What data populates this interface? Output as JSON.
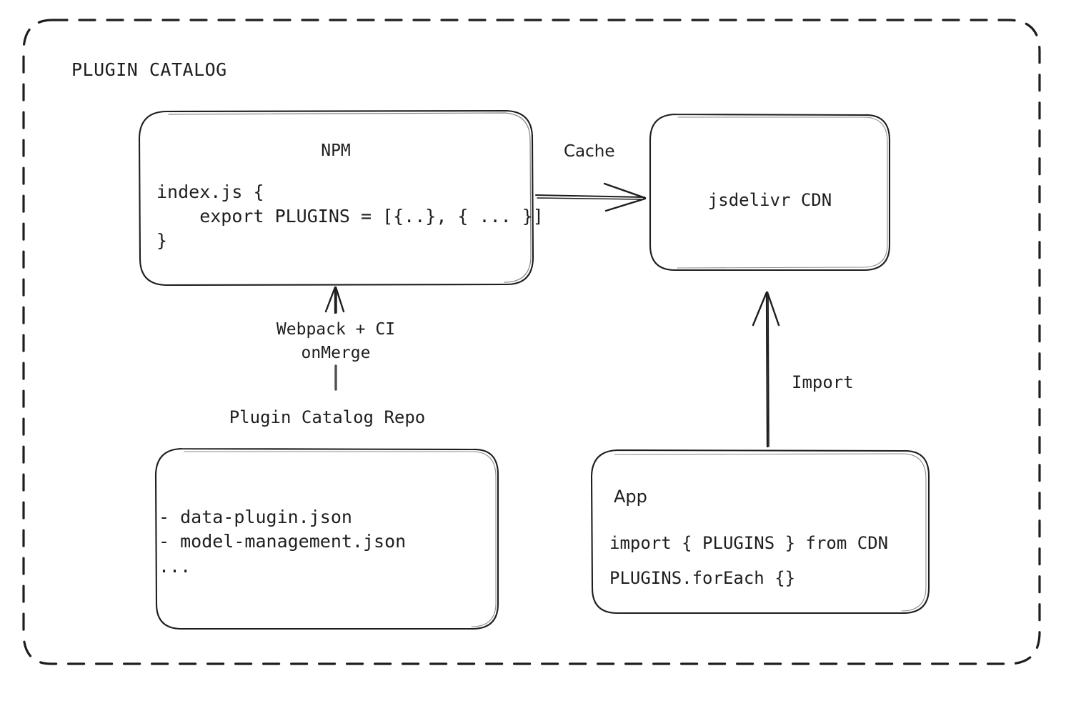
{
  "diagram": {
    "type": "architecture-flow",
    "title": "PLUGIN CATALOG",
    "stroke_color": "#1e1e1e",
    "background_color": "#ffffff",
    "container": {
      "label": "PLUGIN CATALOG",
      "border_style": "dashed",
      "name": "plugin-catalog-container"
    },
    "nodes": [
      {
        "id": "npm",
        "title": "NPM",
        "title_align": "center",
        "code_lines": [
          "index.js {",
          "    export PLUGINS = [{..}, { ... }]",
          "}"
        ],
        "text": "index.js {\n    export PLUGINS = [{..}, { ... }]\n}"
      },
      {
        "id": "cdn",
        "title": "jsdelivr CDN",
        "title_align": "center"
      },
      {
        "id": "repo",
        "outside_title": "Plugin Catalog Repo",
        "list_lines": [
          "- data-plugin.json",
          "- model-management.json",
          "..."
        ],
        "text": "- data-plugin.json\n- model-management.json\n..."
      },
      {
        "id": "app",
        "title": "App",
        "code_lines": [
          "import { PLUGINS } from CDN",
          "PLUGINS.forEach {}"
        ],
        "text": "import { PLUGINS } from CDN\nPLUGINS.forEach {}"
      }
    ],
    "edges": [
      {
        "id": "npm-to-cdn",
        "label": "Cache",
        "from": "npm",
        "to": "cdn",
        "direction": "right"
      },
      {
        "id": "repo-to-npm",
        "label": "Webpack + CI\nonMerge",
        "label_lines": [
          "Webpack + CI",
          "onMerge"
        ],
        "from": "repo",
        "to": "npm",
        "direction": "up"
      },
      {
        "id": "app-to-cdn",
        "label": "Import",
        "from": "app",
        "to": "cdn",
        "direction": "up"
      }
    ]
  }
}
